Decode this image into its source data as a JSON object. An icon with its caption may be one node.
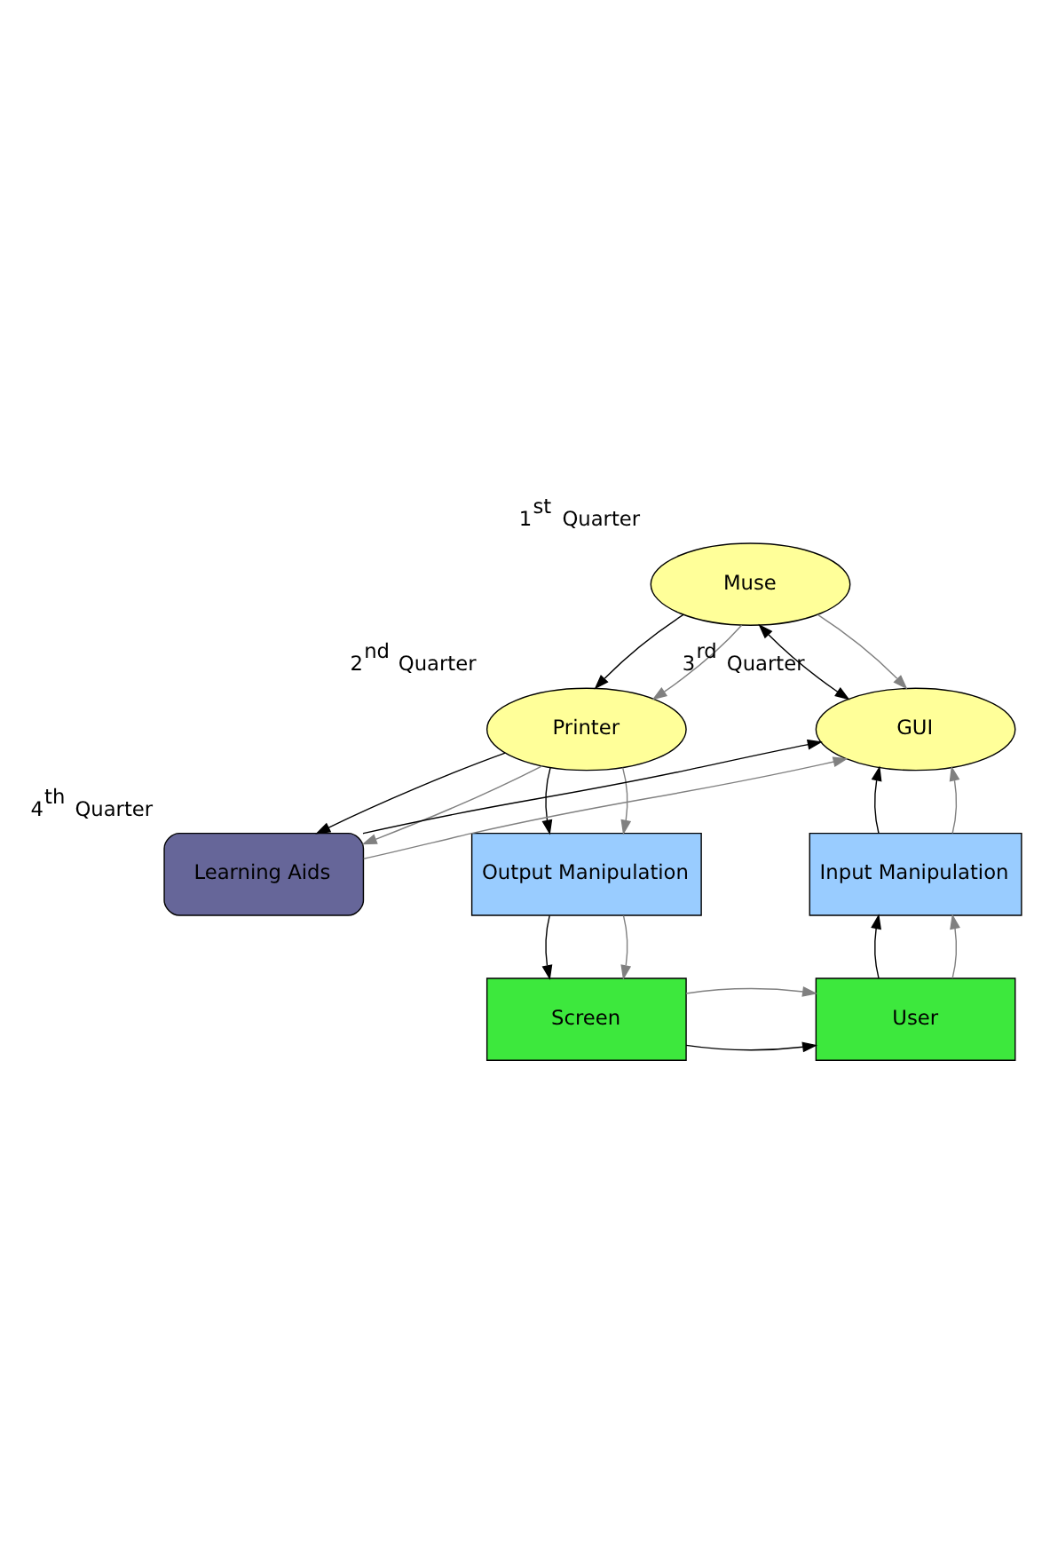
{
  "diagram": {
    "nodes": [
      {
        "text": [
          "Muse"
        ],
        "beside": [
          "1$^{st}$ Quarter"
        ]
      },
      {
        "text": [
          "Printer"
        ],
        "beside": [
          "2$^{nd}$ Quarter"
        ]
      },
      {
        "text": [
          "GUI"
        ],
        "beside": [
          "3$^{rd}$ Quarter"
        ]
      },
      {
        "text": [
          "Learning Aids"
        ],
        "beside": [
          "4$^{th}$ Quarter"
        ]
      },
      {
        "text": [
          "Output Manipulation"
        ]
      },
      {
        "text": [
          "Input Manipulation"
        ]
      },
      {
        "text": [
          "Screen"
        ]
      },
      {
        "text": [
          "User"
        ]
      }
    ],
    "edges": [
      {
        "from": 0,
        "to": 1,
        "arrow": "to"
      },
      {
        "from": 0,
        "to": 1,
        "arrow": "to",
        "color": "#808080"
      },
      {
        "from": 0,
        "to": 2,
        "arrow": "both"
      },
      {
        "from": 0,
        "to": 2,
        "arrow": "to",
        "color": "#808080"
      },
      {
        "from": 1,
        "to": 3,
        "arrow": "to"
      },
      {
        "from": 1,
        "to": 3,
        "arrow": "to",
        "color": "#808080"
      },
      {
        "from": 3,
        "to": 2,
        "arrow": "to"
      },
      {
        "from": 3,
        "to": 2,
        "arrow": "to",
        "color": "#808080"
      },
      {
        "from": 1,
        "to": 4,
        "arrow": "to"
      },
      {
        "from": 1,
        "to": 4,
        "arrow": "to",
        "color": "#808080"
      },
      {
        "from": 4,
        "to": 6,
        "arrow": "to"
      },
      {
        "from": 4,
        "to": 6,
        "arrow": "to",
        "color": "#808080"
      },
      {
        "from": 6,
        "to": 7,
        "arrow": "to"
      },
      {
        "from": 6,
        "to": 7,
        "arrow": "to",
        "color": "#808080"
      },
      {
        "from": 7,
        "to": 5,
        "arrow": "to"
      },
      {
        "from": 7,
        "to": 5,
        "arrow": "to",
        "color": "#808080"
      },
      {
        "from": 5,
        "to": 2,
        "arrow": "to"
      },
      {
        "from": 5,
        "to": 2,
        "arrow": "to",
        "color": "#808080"
      }
    ]
  }
}
